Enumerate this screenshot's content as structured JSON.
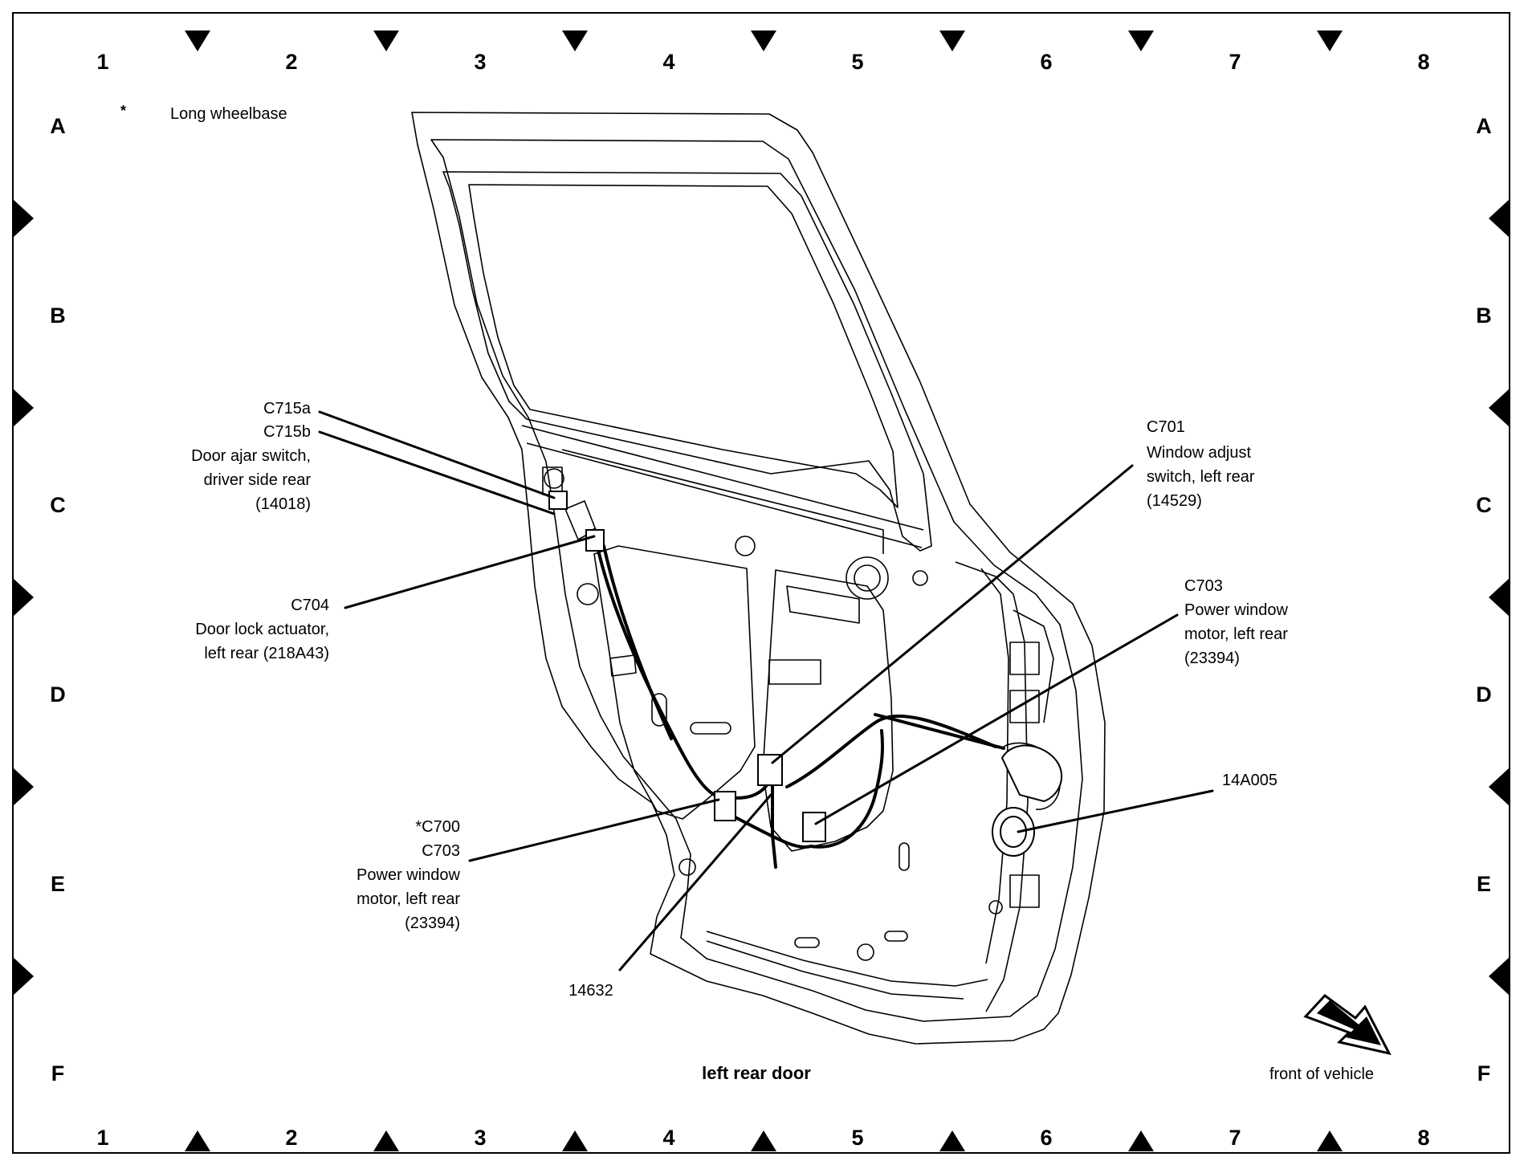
{
  "grid": {
    "columns": [
      "1",
      "2",
      "3",
      "4",
      "5",
      "6",
      "7",
      "8"
    ],
    "rows": [
      "A",
      "B",
      "C",
      "D",
      "E",
      "F"
    ]
  },
  "legend": {
    "marker": "*",
    "text": "Long wheelbase"
  },
  "title": "left rear door",
  "orientation_label": "front of vehicle",
  "callouts": {
    "c715": [
      "C715a",
      "C715b",
      "Door ajar switch,",
      "driver side rear",
      "(14018)"
    ],
    "c704": [
      "C704",
      "Door lock actuator,",
      "left rear (218A43)"
    ],
    "c700": [
      "*C700",
      "C703",
      "Power window",
      "motor, left rear",
      "(23394)"
    ],
    "p14632": [
      "14632"
    ],
    "c701": [
      "C701",
      "Window adjust",
      "switch, left rear",
      "(14529)"
    ],
    "c703": [
      "C703",
      "Power window",
      "motor, left rear",
      "(23394)"
    ],
    "p14a005": [
      "14A005"
    ]
  },
  "colors": {
    "ink": "#000000",
    "paper": "#ffffff"
  }
}
